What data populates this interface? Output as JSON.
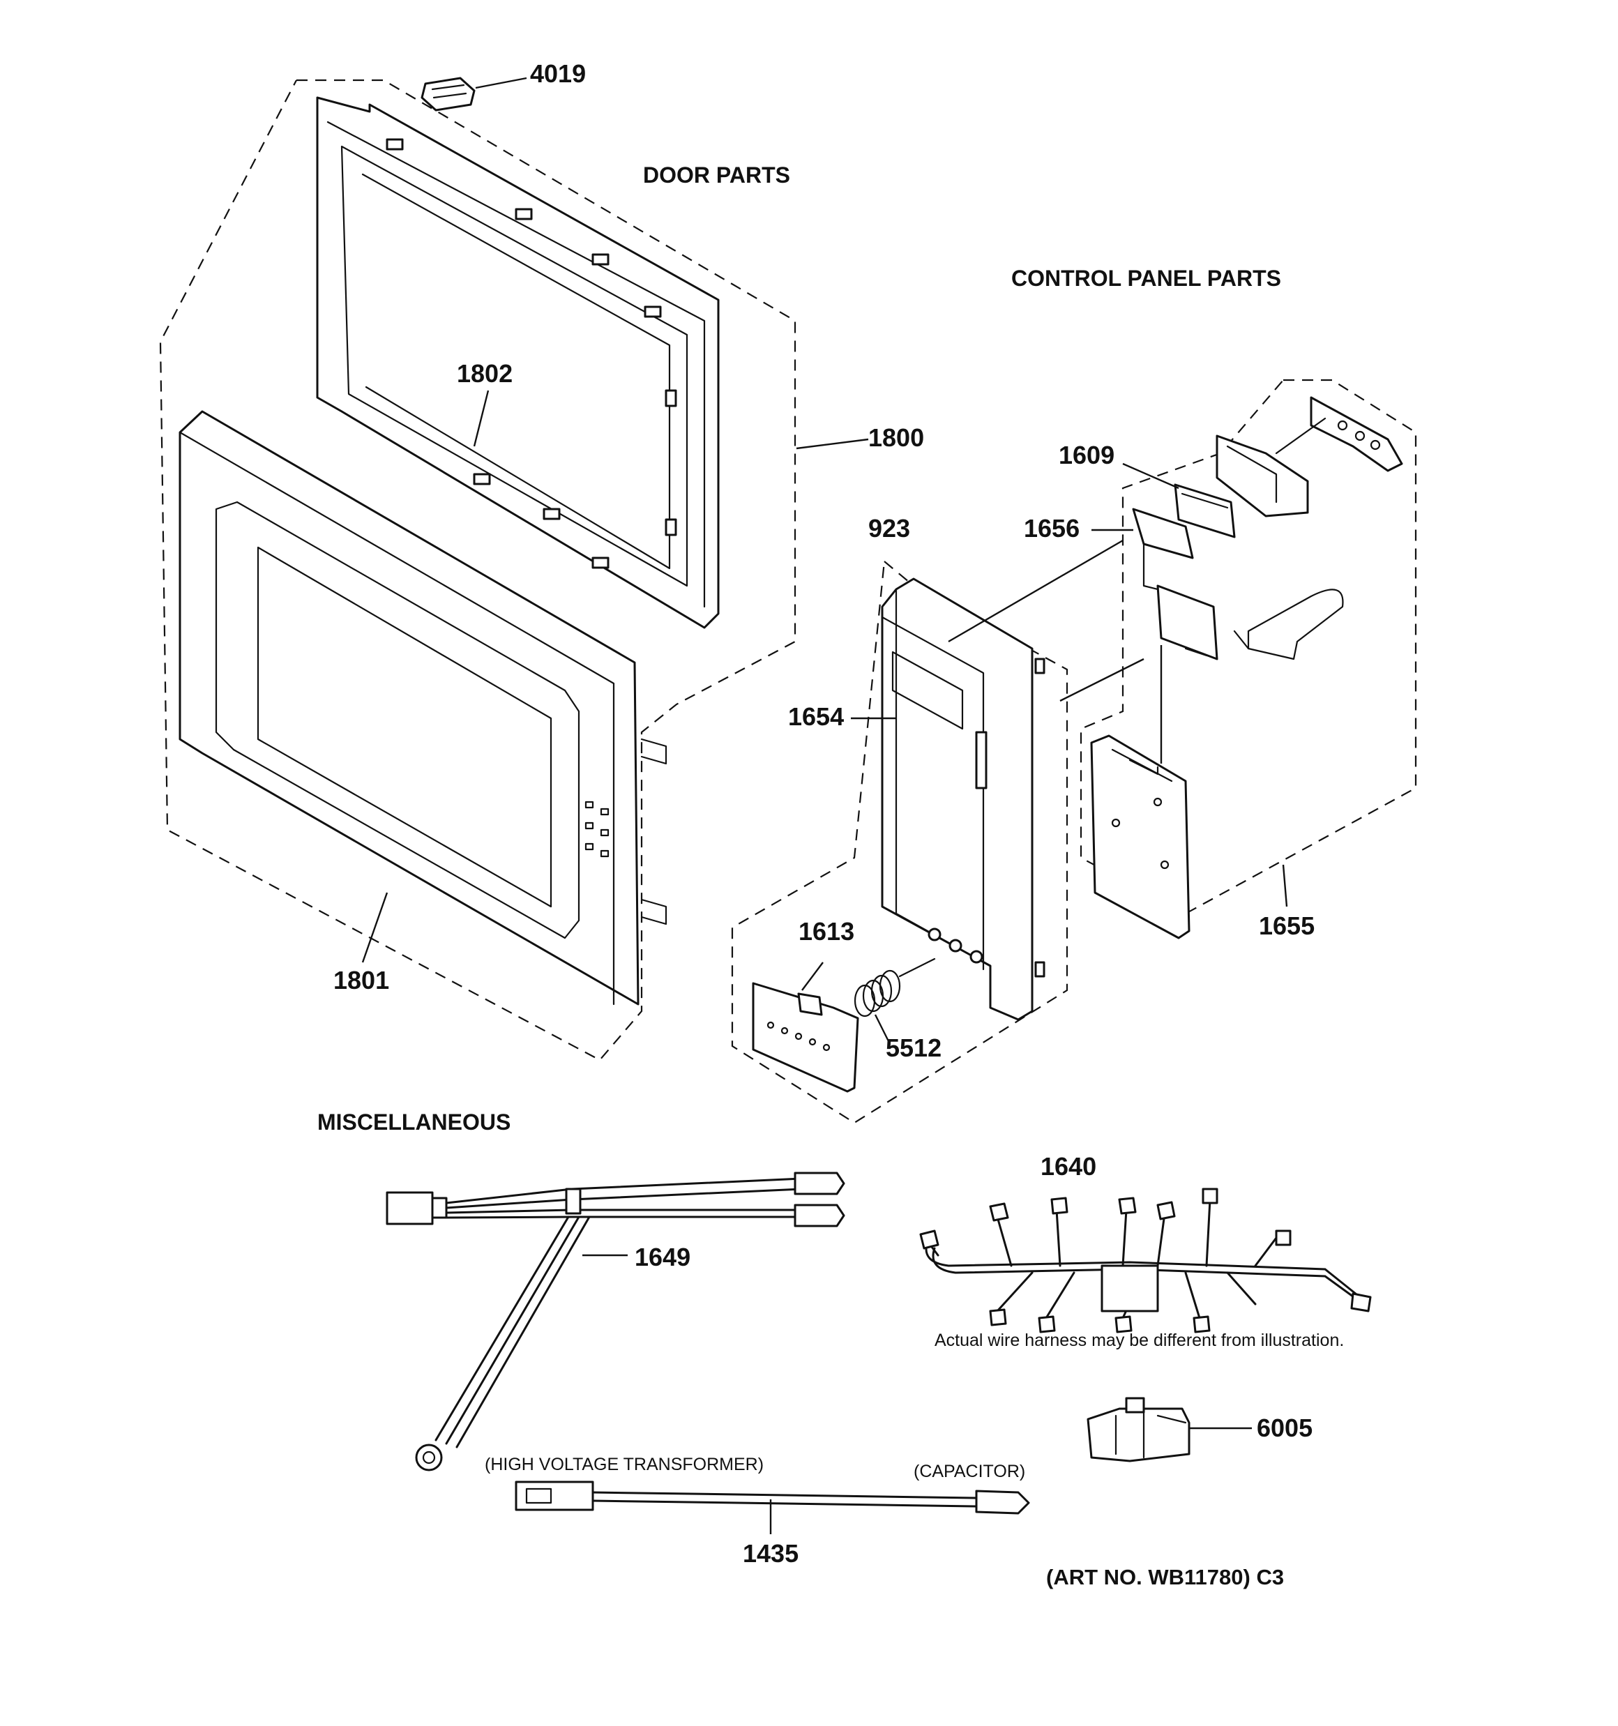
{
  "sections": {
    "door": "DOOR PARTS",
    "control": "CONTROL PANEL PARTS",
    "misc": "MISCELLANEOUS"
  },
  "callouts": {
    "c4019": "4019",
    "c1802": "1802",
    "c1800": "1800",
    "c1801": "1801",
    "c1609": "1609",
    "c1656": "1656",
    "c923": "923",
    "c1654": "1654",
    "c1655": "1655",
    "c1613": "1613",
    "c5512": "5512",
    "c1640": "1640",
    "c1649": "1649",
    "c6005": "6005",
    "c1435": "1435"
  },
  "notes": {
    "harness": "Actual wire harness may be different from illustration.",
    "hv_transformer": "(HIGH VOLTAGE TRANSFORMER)",
    "capacitor": "(CAPACITOR)",
    "art_no": "(ART NO. WB11780) C3"
  }
}
